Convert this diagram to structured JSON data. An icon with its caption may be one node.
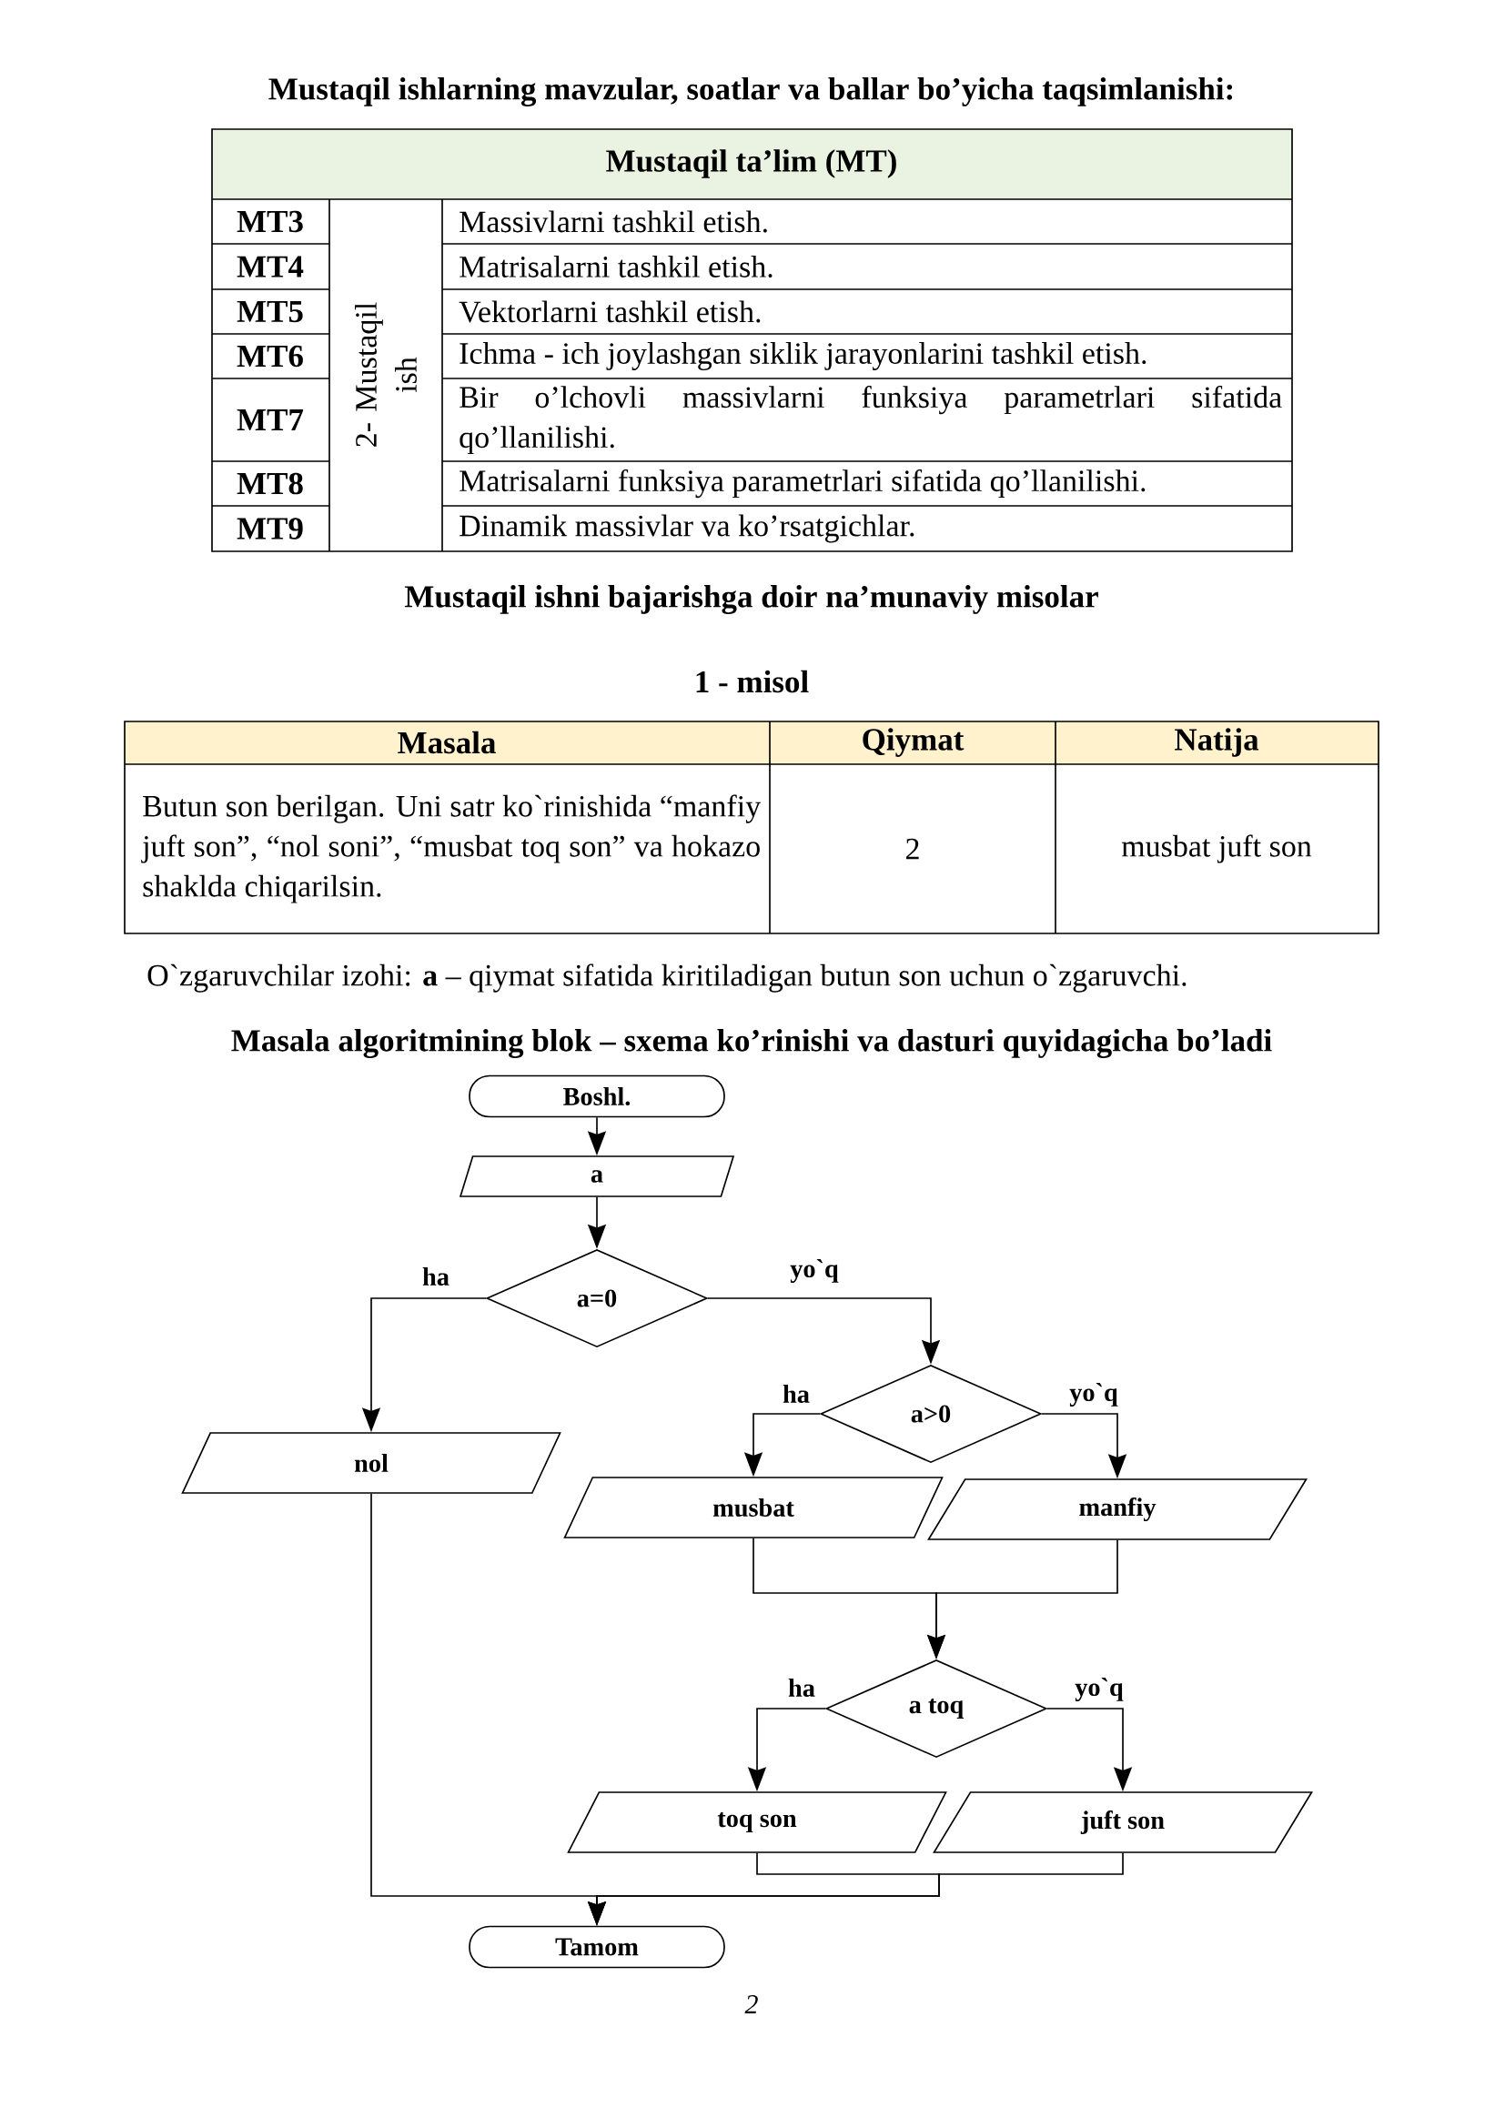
{
  "diagram": {
    "nodes": [
      {
        "text": [
          "Boshl."
        ]
      },
      {
        "text": [
          "a"
        ]
      },
      {
        "text": [
          "a=0"
        ]
      },
      {
        "text": [
          "nol"
        ]
      },
      {
        "text": [
          "a>0"
        ]
      },
      {
        "text": [
          "musbat"
        ]
      },
      {
        "text": [
          "manfiy"
        ]
      },
      {
        "text": [
          "a toq"
        ]
      },
      {
        "text": [
          "toq son"
        ]
      },
      {
        "text": [
          "juft son"
        ]
      },
      {
        "text": [
          "Tamom"
        ]
      }
    ],
    "edges": [
      {
        "from": 0,
        "to": 1,
        "arrow": "to"
      },
      {
        "from": 1,
        "to": 2,
        "arrow": "to"
      },
      {
        "from": 2,
        "to": 3,
        "arrow": "to",
        "label": "ha"
      },
      {
        "from": 2,
        "to": 4,
        "arrow": "to",
        "label": "yo`q"
      },
      {
        "from": 4,
        "to": 5,
        "arrow": "to",
        "label": "ha"
      },
      {
        "from": 4,
        "to": 6,
        "arrow": "to",
        "label": "yo`q"
      },
      {
        "from": 5,
        "to": 7,
        "arrow": "to"
      },
      {
        "from": 6,
        "to": 7,
        "arrow": "to"
      },
      {
        "from": 7,
        "to": 8,
        "arrow": "to",
        "label": "ha"
      },
      {
        "from": 7,
        "to": 9,
        "arrow": "to",
        "label": "yo`q"
      },
      {
        "from": 3,
        "to": 10,
        "arrow": "to"
      },
      {
        "from": 8,
        "to": 10,
        "arrow": "to"
      },
      {
        "from": 9,
        "to": 10,
        "arrow": "to"
      }
    ],
    "labels": [
      "Mustaqil ishlarning mavzular, soatlar va ballar bo’yicha taqsimlanishi:",
      "Mustaqil ta’lim (MT)",
      "MT3",
      "2- Mustaqil ish",
      "Massivlarni tashkil etish.",
      "MT4",
      "Matrisalarni tashkil etish.",
      "MT5",
      "Vektorlarni tashkil etish.",
      "MT6",
      "Ichma - ich joylashgan siklik jarayonlarini tashkil etish.",
      "MT7",
      "Bir o’lchovli massivlarni funksiya parametrlari sifatida qo’llanilishi.",
      "MT8",
      "Matrisalarni funksiya parametrlari sifatida qo’llanilishi.",
      "MT9",
      "Dinamik massivlar va ko’rsatgichlar.",
      "Mustaqil ishni bajarishga doir na’munaviy misolar",
      "1 - misol",
      "Masala",
      "Qiymat",
      "Natija",
      "Butun son berilgan. Uni satr ko`rinishida “manfiy juft son”, “nol soni”, “musbat toq son” va hokazo shaklda chiqarilsin.",
      "2",
      "musbat juft son",
      "O`zgaruvchilar izohi: **a** – qiymat sifatida kiritiladigan butun son uchun o`zgaruvchi.",
      "Masala algoritmining blok – sxema ko’rinishi va dasturi quyidagicha bo’ladi",
      "2"
    ]
  }
}
